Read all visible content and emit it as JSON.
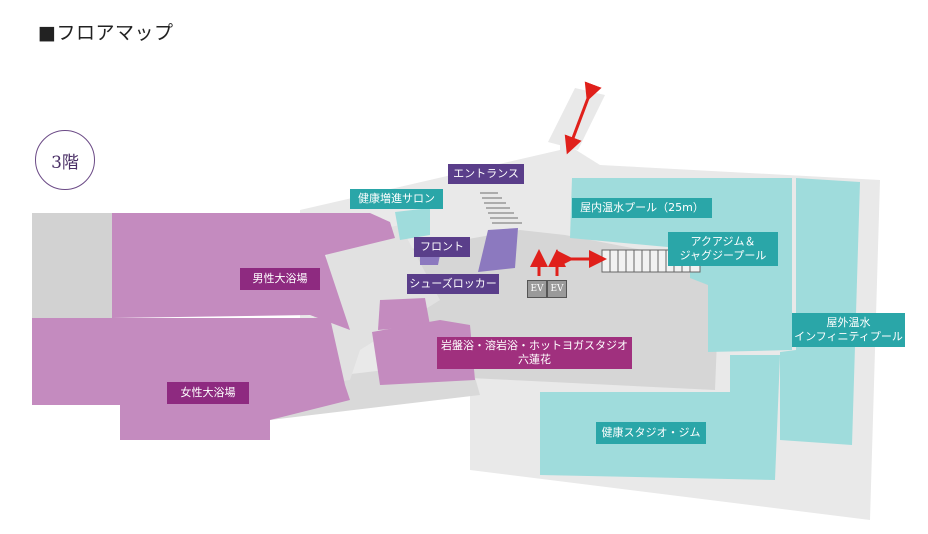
{
  "title": "■フロアマップ",
  "floor": "3階",
  "labels": {
    "entrance": "エントランス",
    "salon": "健康増進サロン",
    "front": "フロント",
    "shoe_locker": "シューズロッカー",
    "male_bath": "男性大浴場",
    "female_bath": "女性大浴場",
    "ganban_line1": "岩盤浴・溶岩浴・ホットヨガスタジオ",
    "ganban_line2": "六蓮花",
    "indoor_pool": "屋内温水プール（25m）",
    "aqua_line1": "アクアジム＆",
    "aqua_line2": "ジャグジープール",
    "outdoor_line1": "屋外温水",
    "outdoor_line2": "インフィニティプール",
    "studio_gym": "健康スタジオ・ジム",
    "ev1": "EV",
    "ev2": "EV"
  },
  "colors": {
    "floor_gray": "#d2d2d2",
    "corridor": "#e9e9e9",
    "bath_pink": "#c48bbf",
    "pool_teal": "#9fdcdc",
    "label_purple": "#5a3e8a",
    "label_magenta": "#8e2a80",
    "label_teal": "#2aa6a8",
    "arrow_red": "#e0201b"
  }
}
